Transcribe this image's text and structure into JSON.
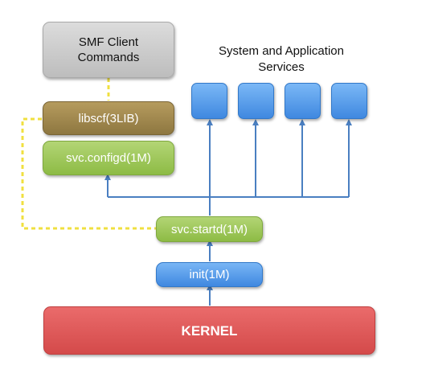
{
  "diagram": {
    "smf_client": {
      "line1": "SMF Client",
      "line2": "Commands"
    },
    "services_title": {
      "line1": "System and Application",
      "line2": "Services"
    },
    "libscf": "libscf(3LIB)",
    "configd": "svc.configd(1M)",
    "startd": "svc.startd(1M)",
    "init": "init(1M)",
    "kernel": "KERNEL",
    "service_count": 4
  },
  "colors": {
    "arrow": "#4a7fc1",
    "dashed": "#f0e040",
    "gray": "#c8c8c8",
    "olive": "#a08a50",
    "green": "#9fc75a",
    "blue": "#4f94e8",
    "red": "#dd5757"
  }
}
